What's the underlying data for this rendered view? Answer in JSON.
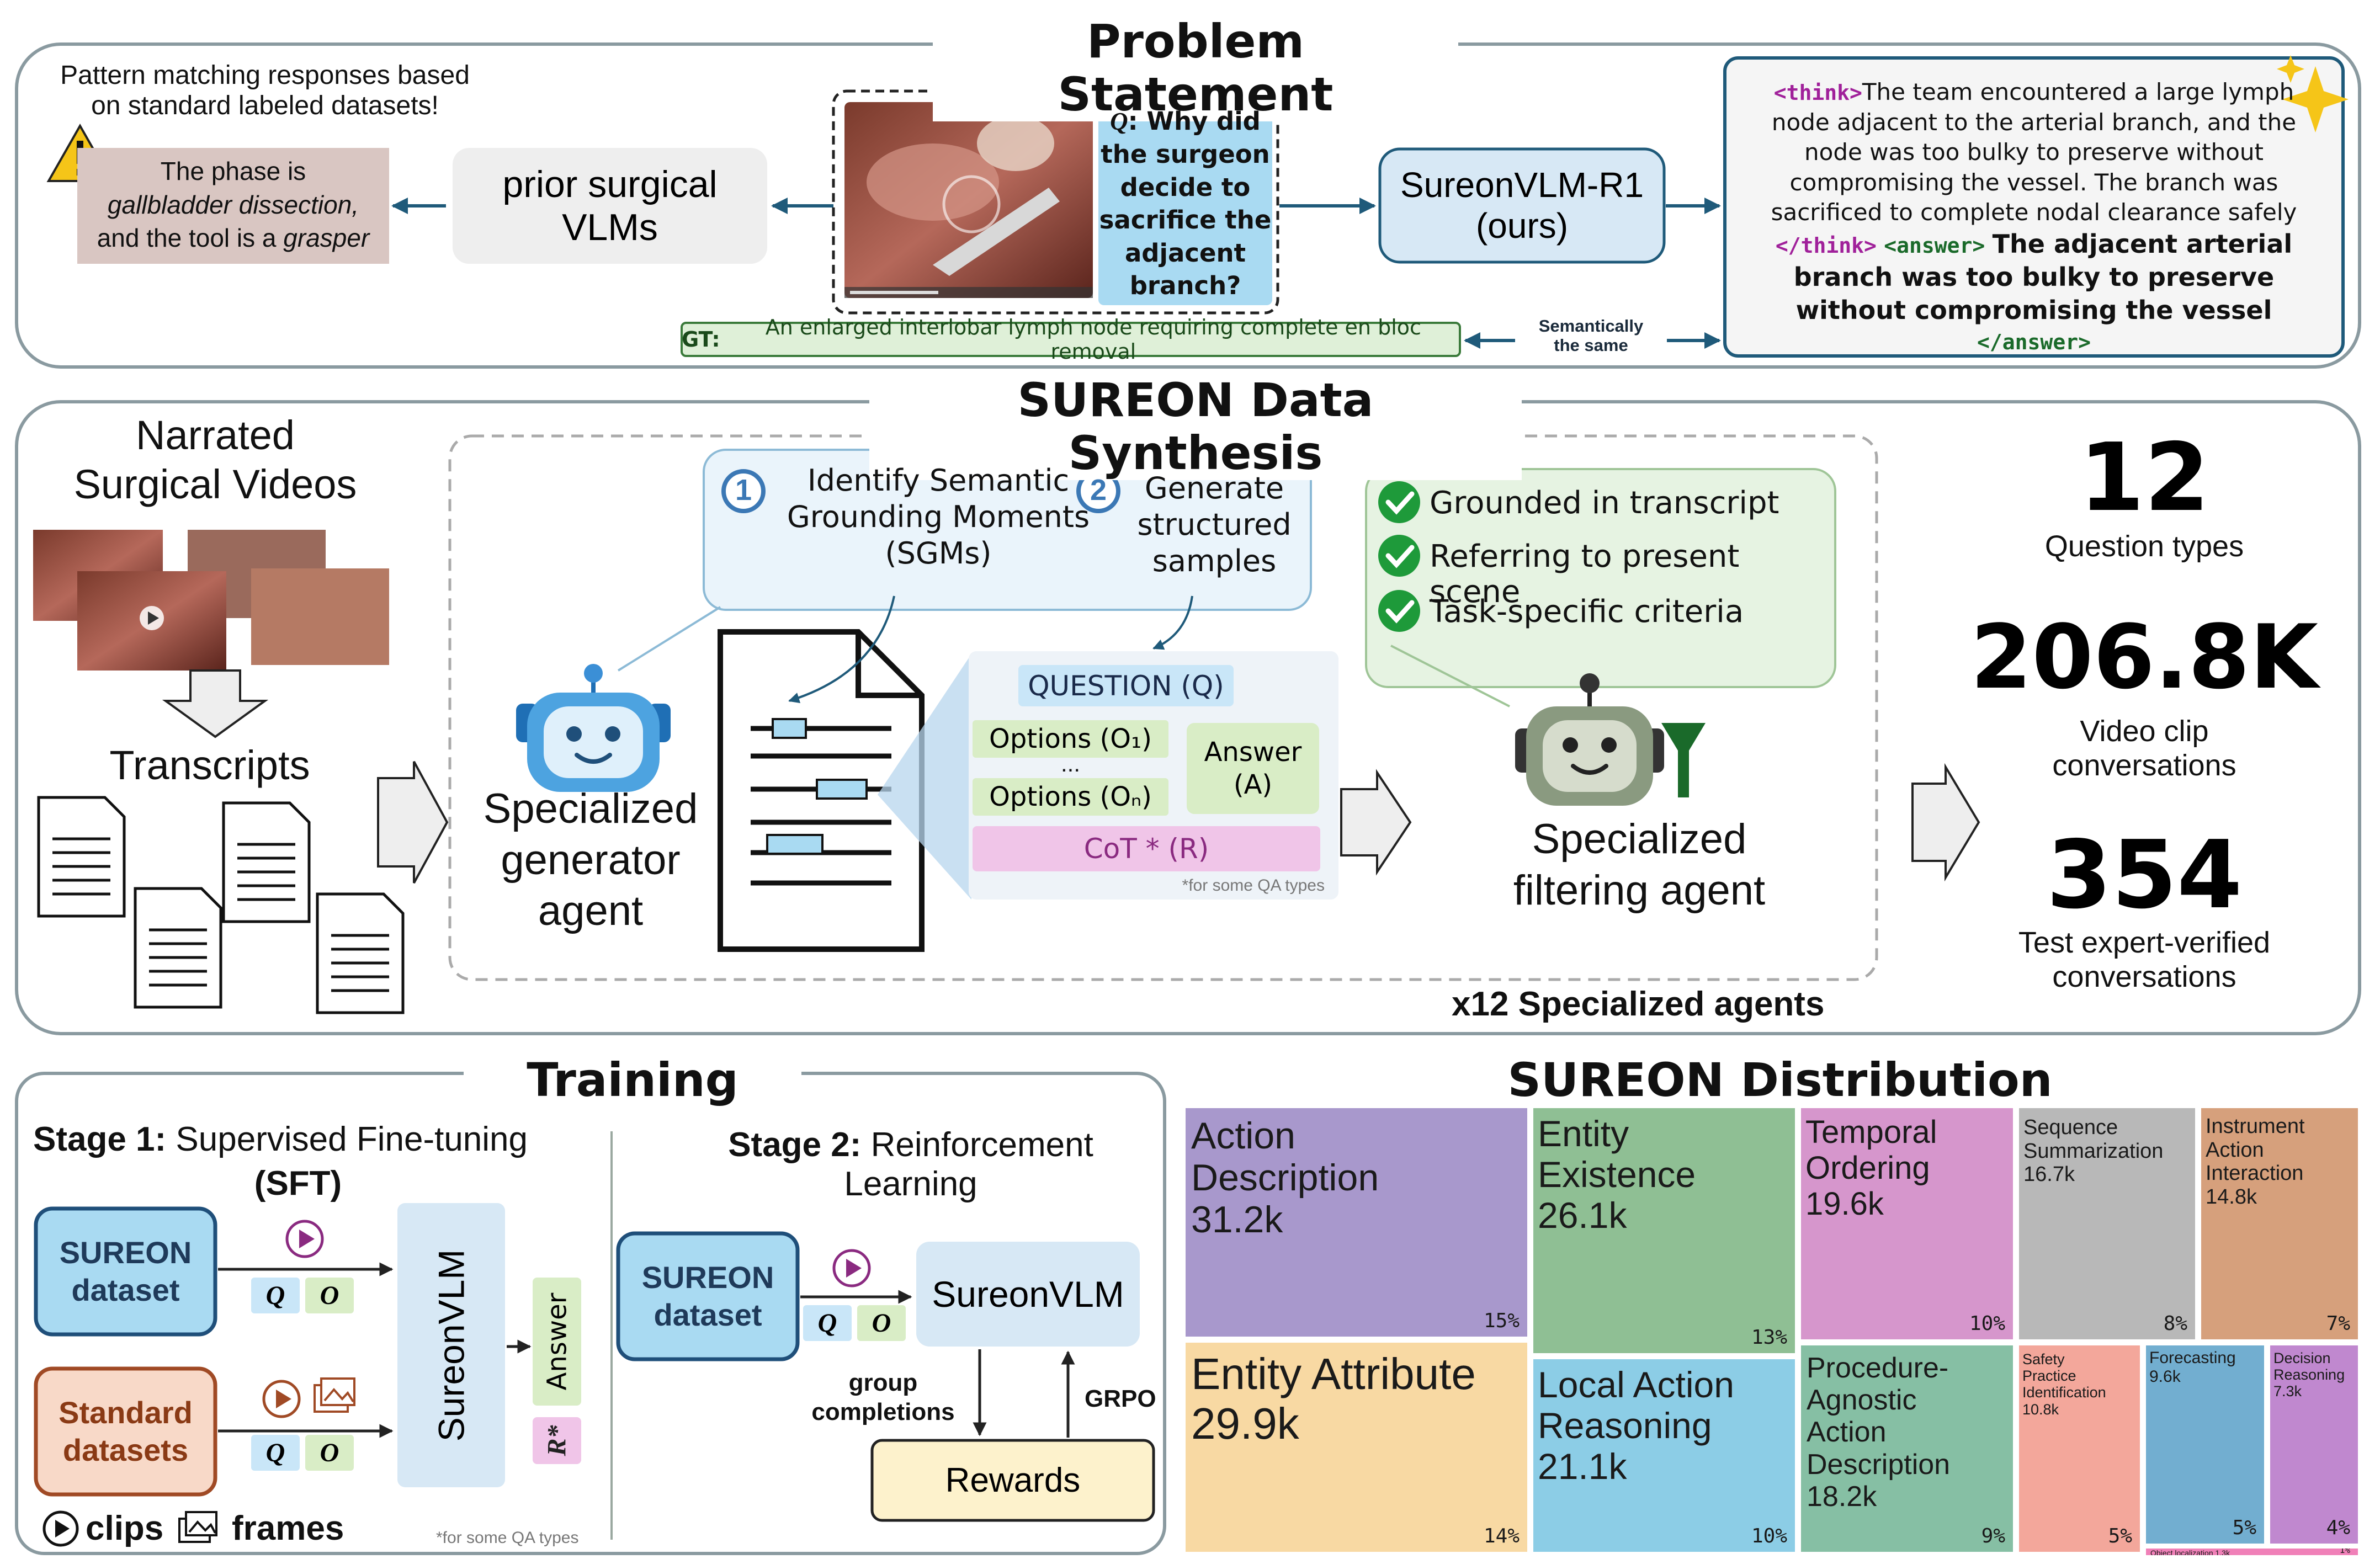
{
  "problem": {
    "title": "Problem Statement",
    "prior_note": "Pattern matching responses based\non standard labeled datasets!",
    "prior_answer_a": "The phase is",
    "prior_answer_b": "gallbladder dissection,",
    "prior_answer_c": "and the tool is a",
    "prior_answer_d": "grasper",
    "prior_vlm": "prior surgical\nVLMs",
    "question_q": "Q",
    "question_text": ": Why did\nthe surgeon\ndecide to\nsacrifice the\nadjacent\nbranch?",
    "ours": "SureonVLM-R1\n(ours)",
    "think_open": "<think>",
    "think_text": "The team encountered a large lymph node adjacent to the arterial branch, and the node was too bulky to preserve without compromising the vessel. The branch was sacrificed to complete nodal clearance safely",
    "think_close": "</think>",
    "answer_open": "<answer>",
    "answer_text": "The adjacent arterial branch was too bulky to preserve without compromising the vessel",
    "answer_close": "</answer>",
    "gt_label": "GT:",
    "gt_text": "An enlarged interlobar lymph node requiring complete en bloc removal",
    "semantic": "Semantically\nthe same"
  },
  "synthesis": {
    "title": "SUREON Data Synthesis",
    "videos": "Narrated\nSurgical Videos",
    "transcripts": "Transcripts",
    "step1_num": "1",
    "step1": "Identify Semantic\nGrounding Moments\n(SGMs)",
    "step2_num": "2",
    "step2": "Generate\nstructured\nsamples",
    "generator": "Specialized\ngenerator\nagent",
    "question": "QUESTION (Q)",
    "option1": "Options (O₁)",
    "ellipsis": "...",
    "option_n": "Options (Oₙ)",
    "answer": "Answer\n(A)",
    "cot": "CoT * (R)",
    "footnote": "*for some QA types",
    "criteria": [
      "Grounded in transcript",
      "Referring to present scene",
      "Task-specific criteria"
    ],
    "filter": "Specialized\nfiltering agent",
    "x12": "x12 Specialized agents",
    "stats": [
      {
        "num": "12",
        "label": "Question types"
      },
      {
        "num": "206.8K",
        "label": "Video clip\nconversations"
      },
      {
        "num": "354",
        "label": "Test expert-verified\nconversations"
      }
    ]
  },
  "training": {
    "title": "Training",
    "stage1_bold": "Stage 1:",
    "stage1_rest": " Supervised Fine-tuning",
    "stage1_abbr": "(SFT)",
    "stage2_bold": "Stage 2:",
    "stage2_rest": " Reinforcement\nLearning",
    "sureon_dataset": "SUREON\ndataset",
    "standard_datasets": "Standard\ndatasets",
    "q": "Q",
    "o": "O",
    "model": "SureonVLM",
    "answer": "Answer",
    "r_star": "R*",
    "group": "group\ncompletions",
    "grpo": "GRPO",
    "rewards": "Rewards",
    "clips": "clips",
    "frames": "frames",
    "footnote": "*for some QA types"
  },
  "distribution": {
    "title": "SUREON Distribution",
    "cells": [
      {
        "label": "Action\nDescription\n31.2k",
        "pct": "15%",
        "color": "#a898cc"
      },
      {
        "label": "Entity Attribute\n29.9k",
        "pct": "14%",
        "color": "#f8d9a3"
      },
      {
        "label": "Entity\nExistence\n26.1k",
        "pct": "13%",
        "color": "#8fbf94"
      },
      {
        "label": "Local Action\nReasoning\n21.1k",
        "pct": "10%",
        "color": "#8ccde6"
      },
      {
        "label": "Temporal\nOrdering\n19.6k",
        "pct": "10%",
        "color": "#d696cc"
      },
      {
        "label": "Procedure-\nAgnostic\nAction\nDescription\n18.2k",
        "pct": "9%",
        "color": "#86bfa4"
      },
      {
        "label": "Sequence\nSummarization\n16.7k",
        "pct": "8%",
        "color": "#b8b8b8"
      },
      {
        "label": "Instrument\nAction\nInteraction\n14.8k",
        "pct": "7%",
        "color": "#d6a07c"
      },
      {
        "label": "Safety\nPractice\nIdentification\n10.8k",
        "pct": "5%",
        "color": "#f3a79b"
      },
      {
        "label": "Forecasting\n9.6k",
        "pct": "5%",
        "color": "#72aed0"
      },
      {
        "label": "Decision\nReasoning\n7.3k",
        "pct": "4%",
        "color": "#c088cf"
      },
      {
        "label": "Object localization 1.3k",
        "pct": "1%",
        "color": "#f080b8"
      }
    ]
  }
}
